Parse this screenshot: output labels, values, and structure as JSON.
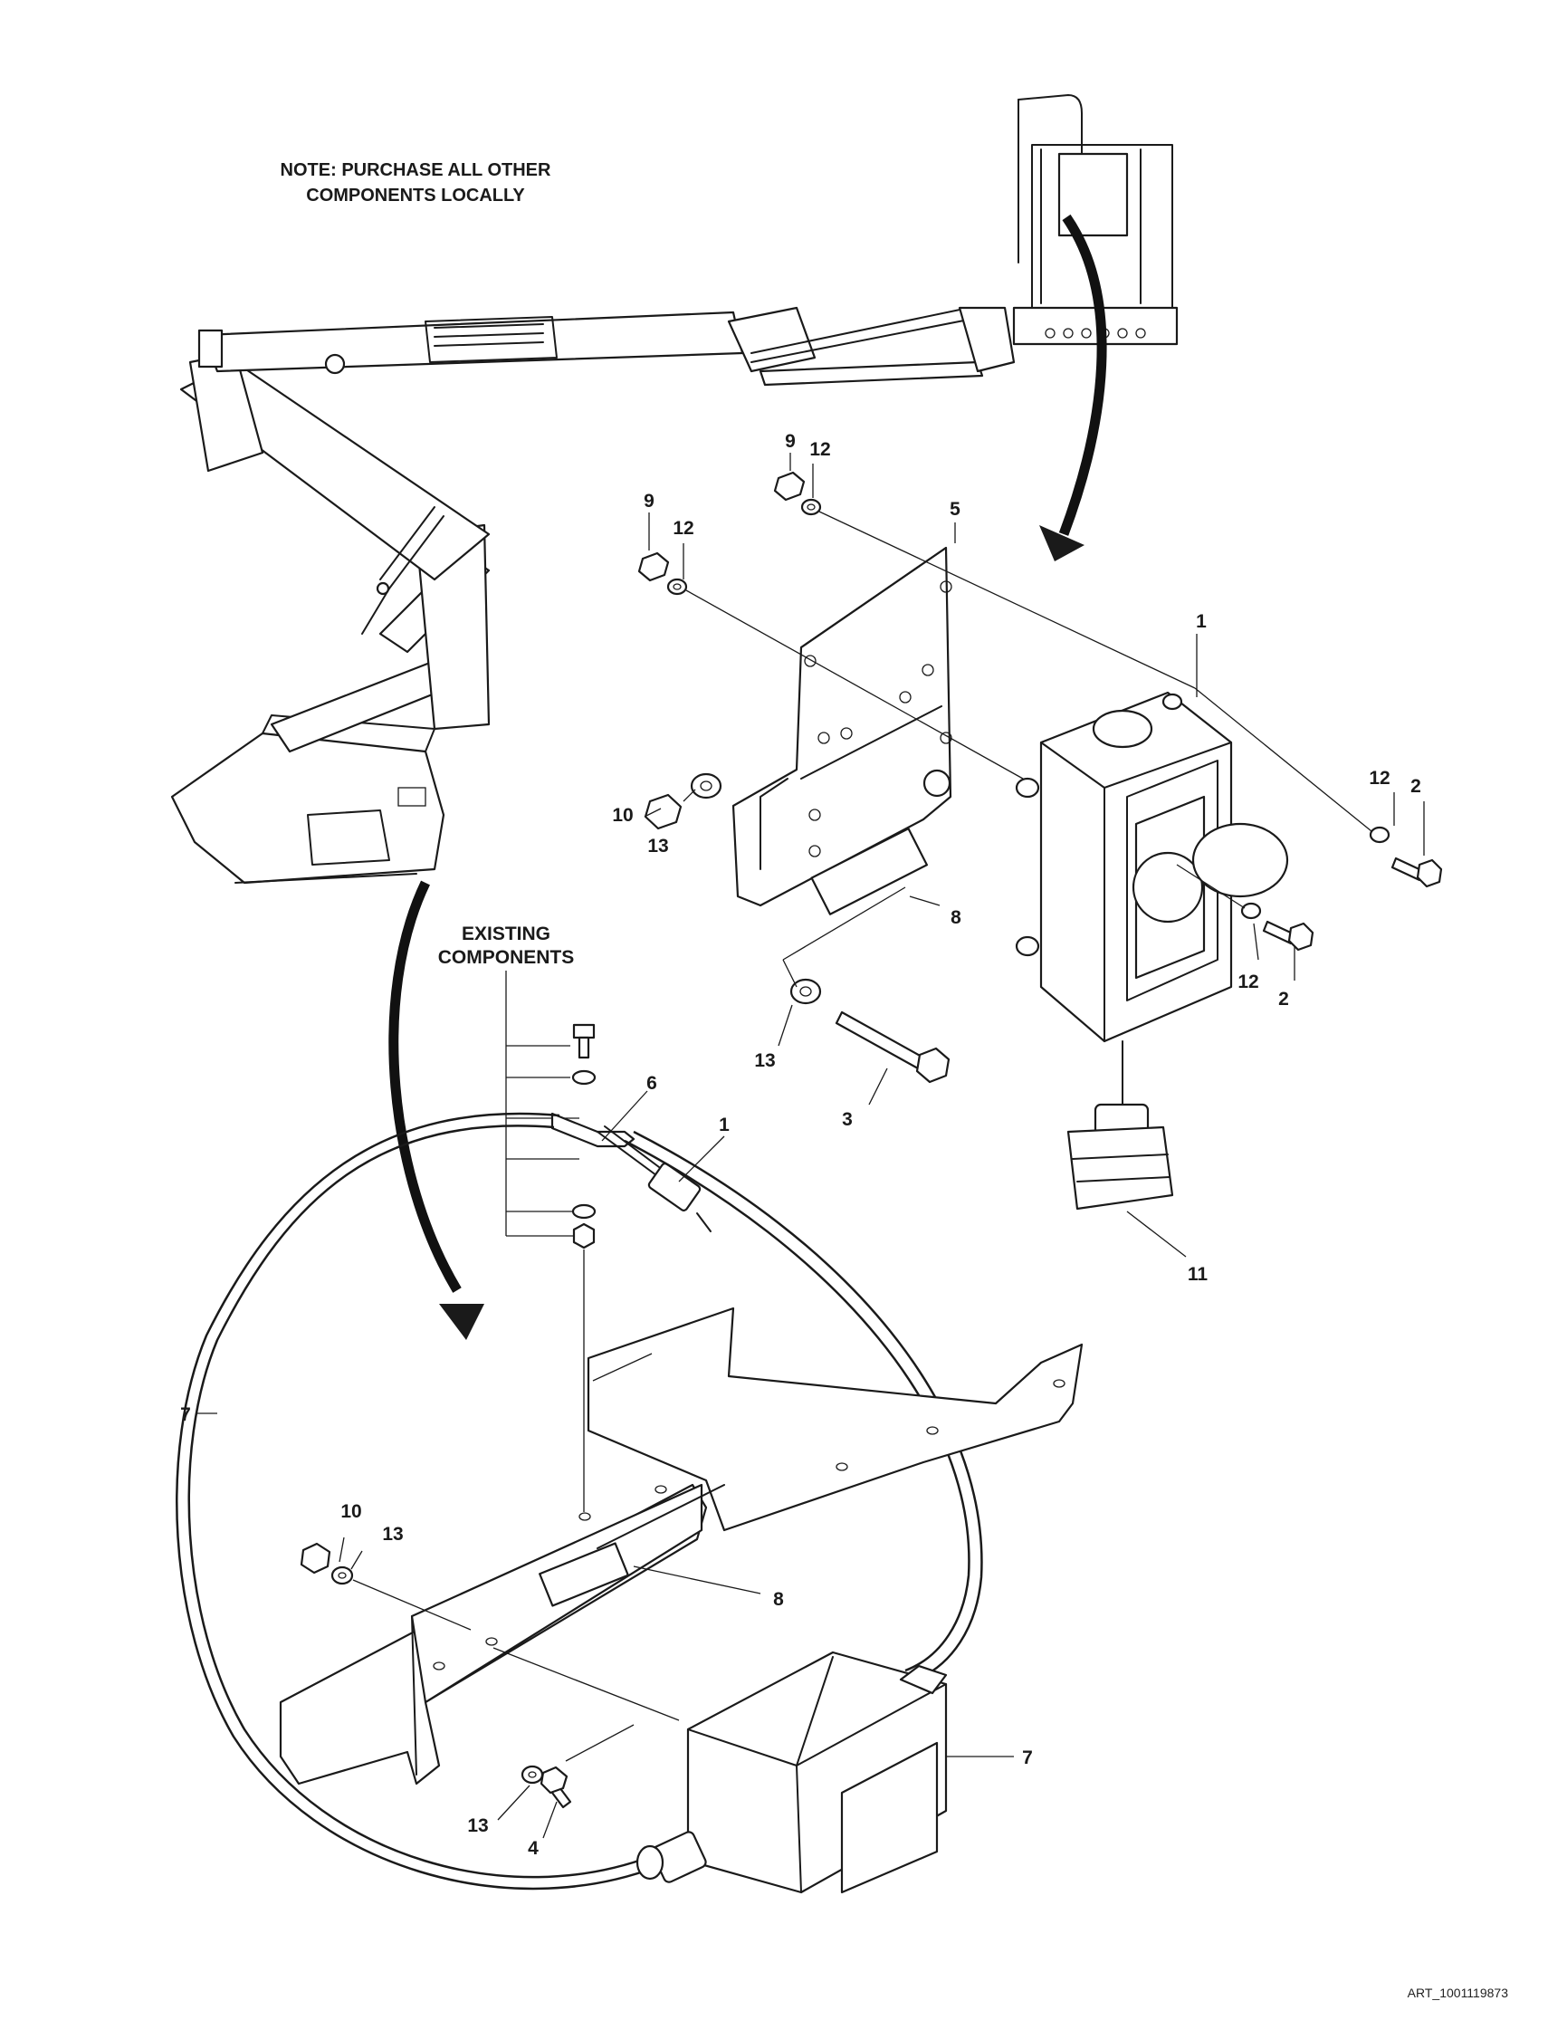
{
  "notes": {
    "purchase_line1": "NOTE: PURCHASE ALL OTHER",
    "purchase_line2": "COMPONENTS LOCALLY",
    "existing_line1": "EXISTING",
    "existing_line2": "COMPONENTS"
  },
  "callouts": {
    "c1a": "1",
    "c1b": "1",
    "c2a": "2",
    "c2b": "2",
    "c3": "3",
    "c4": "4",
    "c5": "5",
    "c6": "6",
    "c7a": "7",
    "c7b": "7",
    "c8a": "8",
    "c8b": "8",
    "c9a": "9",
    "c9b": "9",
    "c10a": "10",
    "c10b": "10",
    "c11": "11",
    "c12a": "12",
    "c12b": "12",
    "c12c": "12",
    "c12d": "12",
    "c13a": "13",
    "c13b": "13",
    "c13c": "13",
    "c13d": "13"
  },
  "art_id": "ART_1001119873"
}
